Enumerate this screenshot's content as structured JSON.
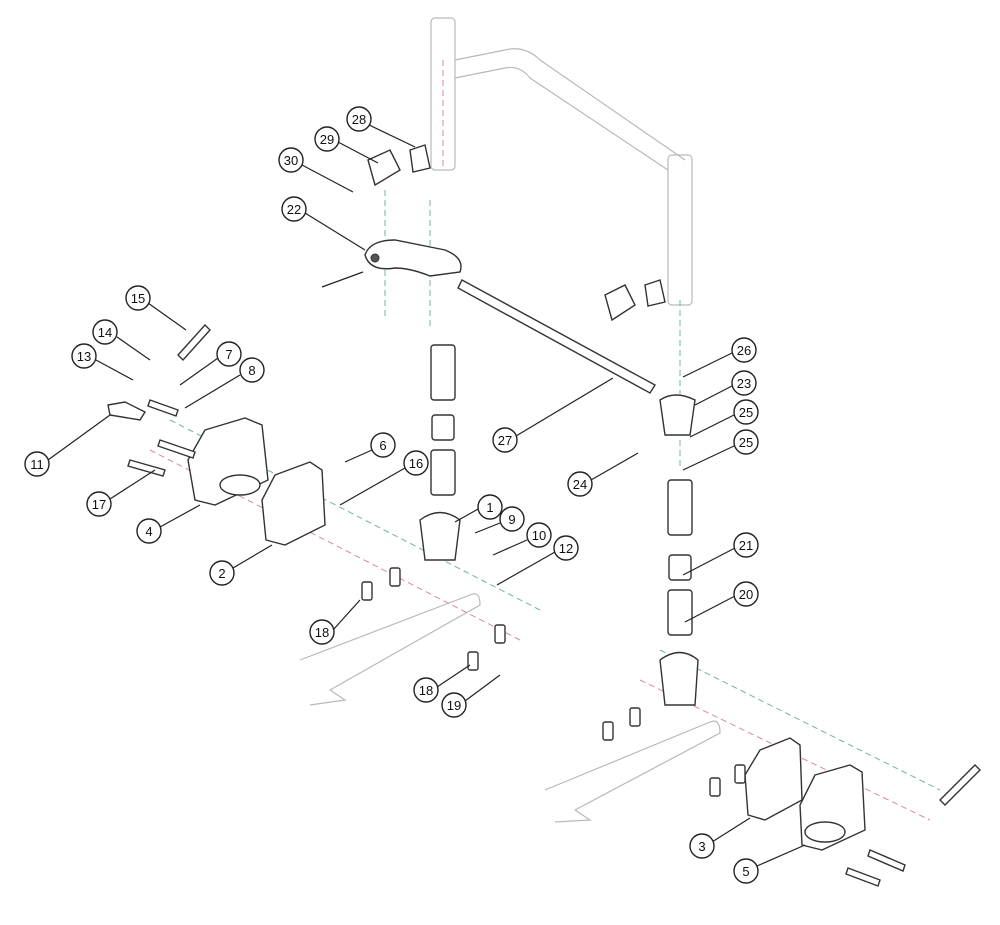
{
  "diagram": {
    "callouts": [
      {
        "number": "1"
      },
      {
        "number": "2"
      },
      {
        "number": "3"
      },
      {
        "number": "4"
      },
      {
        "number": "5"
      },
      {
        "number": "6"
      },
      {
        "number": "7"
      },
      {
        "number": "8"
      },
      {
        "number": "9"
      },
      {
        "number": "10"
      },
      {
        "number": "11"
      },
      {
        "number": "12"
      },
      {
        "number": "13"
      },
      {
        "number": "14"
      },
      {
        "number": "15"
      },
      {
        "number": "16"
      },
      {
        "number": "17"
      },
      {
        "number": "18"
      },
      {
        "number": "18"
      },
      {
        "number": "19"
      },
      {
        "number": "20"
      },
      {
        "number": "21"
      },
      {
        "number": "22"
      },
      {
        "number": "23"
      },
      {
        "number": "24"
      },
      {
        "number": "25"
      },
      {
        "number": "25"
      },
      {
        "number": "26"
      },
      {
        "number": "27"
      },
      {
        "number": "28"
      },
      {
        "number": "29"
      },
      {
        "number": "30"
      }
    ]
  }
}
